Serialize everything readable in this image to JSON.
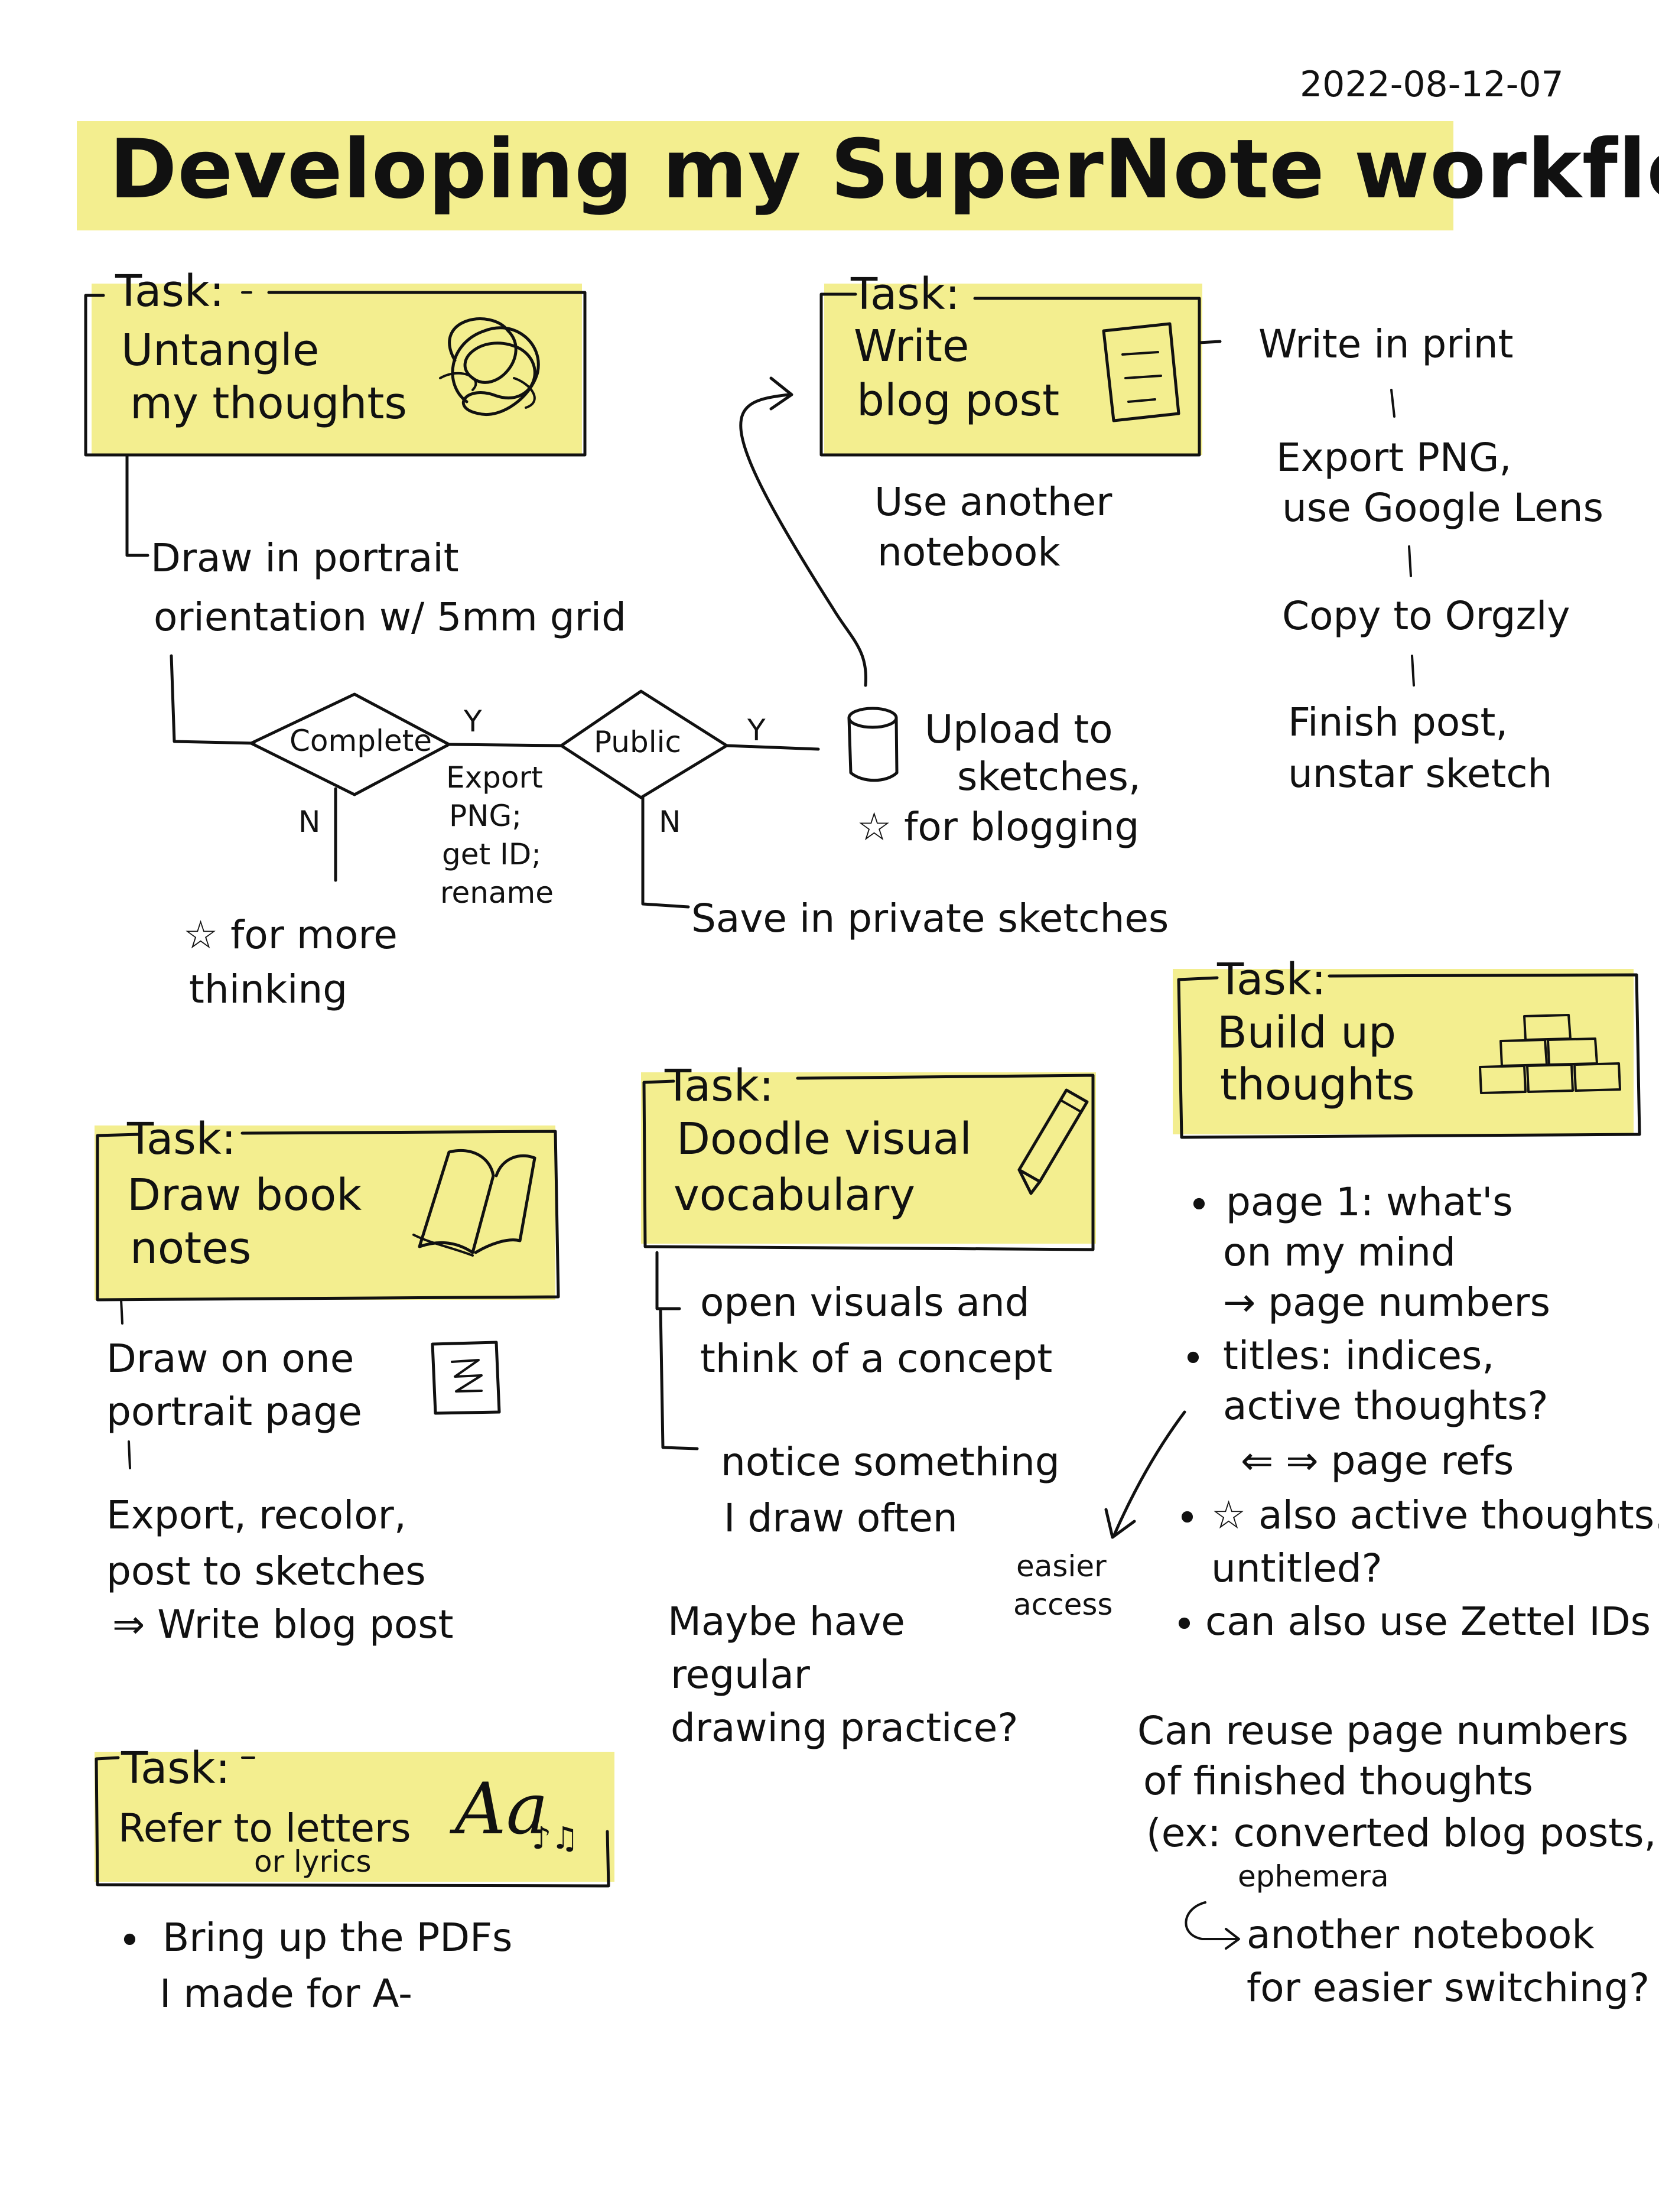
{
  "date": "2022-08-12-07",
  "title": "Developing my SuperNote workflow",
  "task_label": "Task:",
  "task1": {
    "name_1": "Untangle",
    "name_2": "my thoughts",
    "step": [
      "Draw in portrait",
      "orientation w/ 5mm grid"
    ],
    "complete": "Complete",
    "public": "Public",
    "y1": "Y",
    "y2": "Y",
    "n1": "N",
    "n2": "N",
    "export": [
      "Export",
      "PNG;",
      "get ID;",
      "rename"
    ],
    "more": [
      "☆ for more",
      "thinking"
    ],
    "upload": [
      "Upload to",
      "sketches,",
      "☆ for blogging"
    ],
    "private": "Save in private sketches"
  },
  "task2": {
    "name_1": "Write",
    "name_2": "blog post",
    "another": [
      "Use another",
      "notebook"
    ],
    "steps": [
      "Write in print",
      "Export PNG,",
      "use Google Lens",
      "Copy to Orgzly",
      "Finish post,",
      "unstar sketch"
    ]
  },
  "task3": {
    "name_1": "Build up",
    "name_2": "thoughts",
    "notes": [
      "page 1: what's",
      "on my mind",
      "→ page numbers",
      "titles: indices,",
      "active thoughts?",
      "⇐ ⇒ page refs",
      "☆ also active thoughts...",
      "untitled?",
      "can also use Zettel IDs"
    ],
    "bullet": "•",
    "easier": [
      "easier",
      "access"
    ],
    "reuse": [
      "Can reuse page numbers",
      "of finished thoughts",
      "(ex: converted blog posts,)",
      "ephemera",
      "another notebook",
      "for easier switching?"
    ]
  },
  "task4": {
    "name_1": "Draw book",
    "name_2": "notes",
    "steps": [
      "Draw on one",
      "portrait page",
      "Export, recolor,",
      "post to sketches",
      "⇒ Write blog post"
    ]
  },
  "task5": {
    "name_1": "Doodle visual",
    "name_2": "vocabulary",
    "steps": [
      "open visuals and",
      "think of a concept",
      "notice something",
      "I draw often"
    ],
    "maybe": [
      "Maybe have",
      "regular",
      "drawing practice?"
    ]
  },
  "task6": {
    "name_1": "Refer to letters",
    "name_2": "or lyrics",
    "icon_text": "Aa",
    "icon_sub": "♪♫",
    "bullet": "•",
    "steps": [
      "Bring up the PDFs",
      "I made for A-"
    ]
  },
  "colors": {
    "highlight": "#f3ee8f",
    "ink": "#111111",
    "page": "#ffffff"
  }
}
